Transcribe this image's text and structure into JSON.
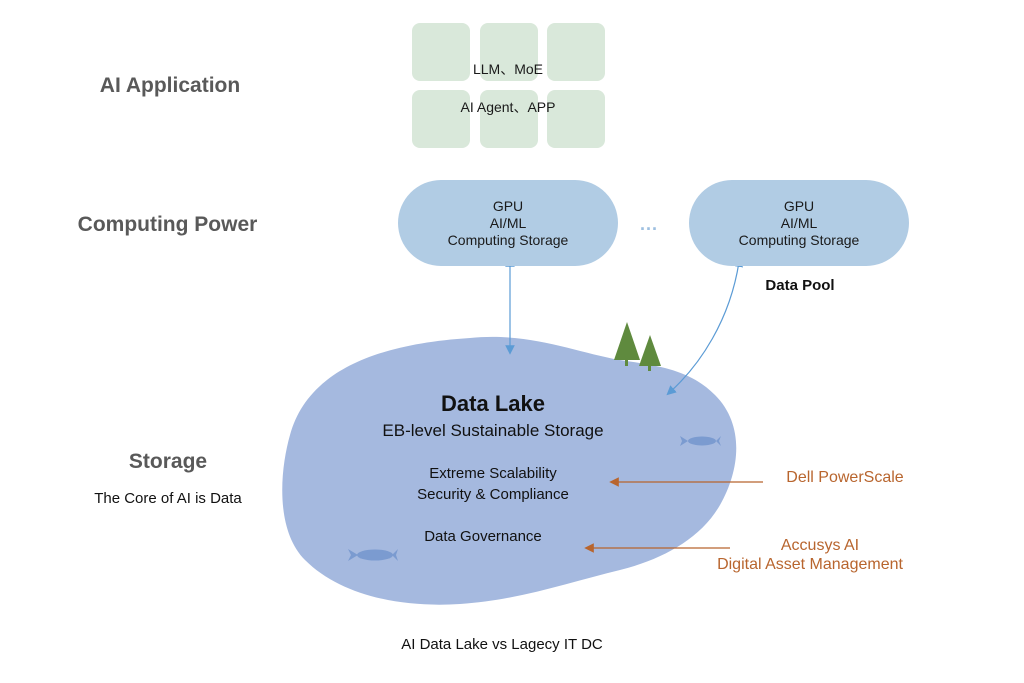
{
  "layers": {
    "application": "AI Application",
    "computing": "Computing Power",
    "storage": "Storage",
    "storage_subtitle": "The Core of AI is Data"
  },
  "application_tiles": {
    "line1": "LLM、MoE",
    "line2": "AI Agent、APP"
  },
  "compute_nodes": [
    {
      "line1": "GPU",
      "line2": "AI/ML",
      "line3": "Computing Storage"
    },
    {
      "line1": "GPU",
      "line2": "AI/ML",
      "line3": "Computing Storage"
    }
  ],
  "ellipsis": "...",
  "data_pool_label": "Data Pool",
  "data_lake": {
    "title": "Data Lake",
    "subtitle": "EB-level Sustainable Storage",
    "features": [
      "Extreme Scalability",
      "Security & Compliance"
    ],
    "governance": "Data Governance"
  },
  "vendors": {
    "dell": "Dell PowerScale",
    "accusys_line1": "Accusys AI",
    "accusys_line2": "Digital Asset Management"
  },
  "caption": "AI Data Lake vs Lagecy IT DC",
  "colors": {
    "tile_green": "#d9e8da",
    "pill_blue": "#b1cce4",
    "lake_blue": "#a5b9df",
    "arrow_blue": "#5b9bd5",
    "vendor_orange": "#b8652e",
    "tree_green": "#5f8a3e",
    "fish_blue": "#7b9bd0"
  }
}
